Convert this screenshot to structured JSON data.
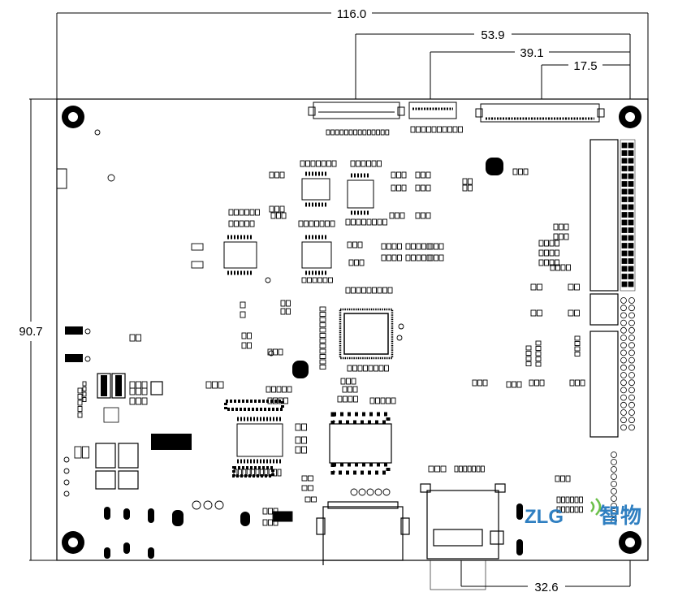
{
  "dimensions": {
    "board_width": "116.0",
    "conn_a_offset": "53.9",
    "conn_b_offset": "39.1",
    "conn_c_offset": "17.5",
    "board_height": "90.7",
    "bottom_offset": "32.6"
  },
  "watermark": {
    "latin": "ZLG",
    "cjk": "智物",
    "color_primary": "#2f7fc1",
    "color_secondary": "#6cc04a"
  },
  "colors": {
    "outline": "#000000",
    "background": "#ffffff"
  }
}
